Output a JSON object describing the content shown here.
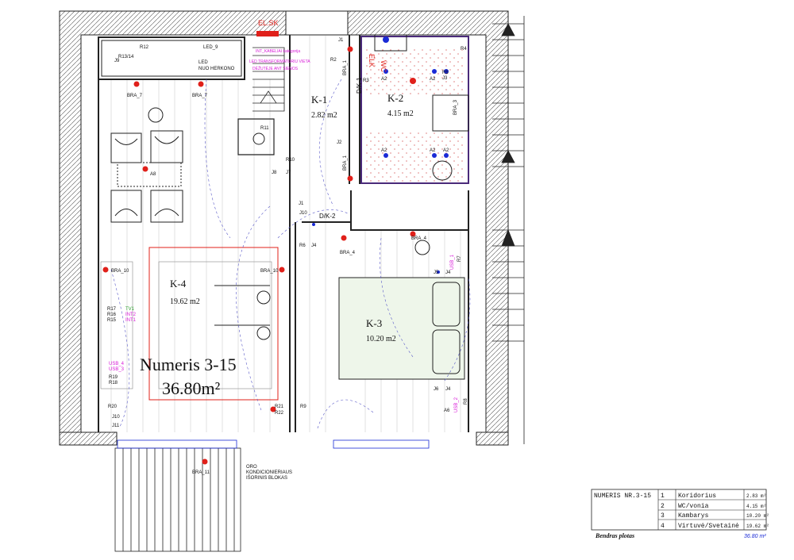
{
  "rooms": {
    "k1": {
      "code": "K-1",
      "area": "2.82 m2"
    },
    "k2": {
      "code": "K-2",
      "area": "4.15 m2"
    },
    "k3": {
      "code": "K-3",
      "area": "10.20 m2"
    },
    "k4": {
      "code": "K-4",
      "area": "19.62 m2"
    }
  },
  "unit_title": "Numeris 3-15",
  "unit_area": "36.80m²",
  "electrical": {
    "el_sk": "EL.SK",
    "int_kabeliai": "INT_KABELIAI kategorija",
    "led_transformatoriu_1": "LED TRANSFORMATORIU VIETA",
    "led_transformatoriu_2": "DĖŽUTĖJE ANT SIENOS",
    "led_9": "LED_9",
    "led_nuo_1": "LED",
    "led_nuo_2": "NUO HERKONO",
    "wc": "WC",
    "elk": "ELK",
    "dk1": "D/K-1",
    "dk2": "D/K-2"
  },
  "tags": {
    "R12": "R12",
    "R13_14": "R13/14",
    "J9": "J9",
    "R11": "R11",
    "R10": "R10",
    "J8": "J8",
    "J7": "J7",
    "J1": "J1",
    "J10": "J10",
    "R2": "R2",
    "R3": "R3",
    "R4": "R4",
    "R5": "R5",
    "J3": "J3",
    "J2": "J2",
    "A2": "A2",
    "A8": "A8",
    "R6": "R6",
    "J4": "J4",
    "J5": "J5",
    "R7": "R7",
    "R8": "R8",
    "J6": "J6",
    "A6": "A6",
    "R9": "R9",
    "R17": "R17",
    "R16": "R16",
    "R15": "R15",
    "TV1": "TV1",
    "INT2": "INT2",
    "INT1": "INT1",
    "USB_4": "USB_4",
    "USB_3": "USB_3",
    "USB_2": "USB_2",
    "USB_1": "USB_1",
    "R19": "R19",
    "R18": "R18",
    "R20": "R20",
    "R21": "R21",
    "R22": "R22",
    "J11": "J11",
    "BRA_1": "BRA_1",
    "BRA_3": "BRA_3",
    "BRA_4": "BRA_4",
    "BRA_7": "BRA_7",
    "BRA_10": "BRA_10",
    "BRA_11": "BRA_11"
  },
  "oro": [
    "ORO",
    "KONDICIONIERIAUS",
    "IŠORINIS BLOKAS"
  ],
  "table": {
    "header": "NUMERIS NR.3-15",
    "rows": [
      {
        "n": "1",
        "name": "Koridorius",
        "area": "2.83 m²"
      },
      {
        "n": "2",
        "name": "WC/vonia",
        "area": "4.15 m²"
      },
      {
        "n": "3",
        "name": "Kambarys",
        "area": "10.20 m²"
      },
      {
        "n": "4",
        "name": "Virtuvė/Svetainė",
        "area": "19.62 m²"
      }
    ],
    "total_label": "Bendras plotas",
    "total_value": "36.80 m²"
  },
  "colors": {
    "wall": "#222222",
    "red": "#e0201a",
    "blue": "#1a2bd6",
    "magenta": "#d81ad8",
    "green": "#2a9d2a",
    "grey": "#888888"
  }
}
